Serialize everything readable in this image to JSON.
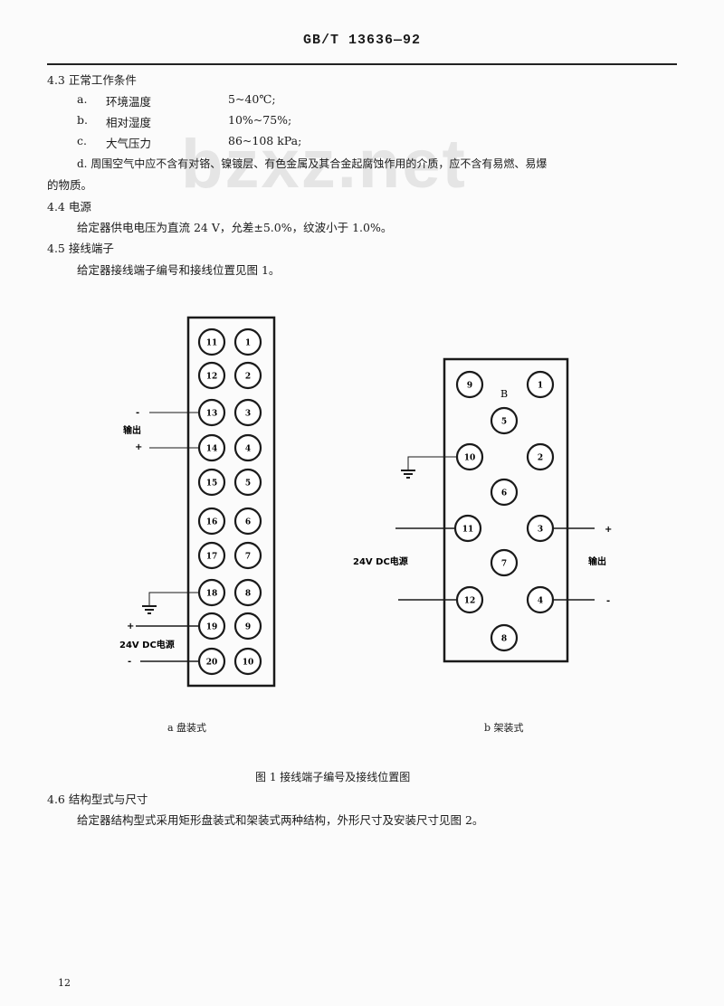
{
  "header": "GB/T 13636—92",
  "watermark": "bzxz.net",
  "s43": {
    "title": "4.3  正常工作条件",
    "items": [
      {
        "k": "a.",
        "name": "环境温度",
        "val": "5~40℃;"
      },
      {
        "k": "b.",
        "name": "相对湿度",
        "val": "10%~75%;"
      },
      {
        "k": "c.",
        "name": "大气压力",
        "val": "86~108 kPa;"
      }
    ],
    "d": "d.   周围空气中应不含有对铬、镍镀层、有色金属及其合金起腐蚀作用的介质，应不含有易燃、易爆",
    "d2": "的物质。"
  },
  "s44": {
    "title": "4.4  电源",
    "body": "给定器供电电压为直流 24 V，允差±5.0%，纹波小于 1.0%。"
  },
  "s45": {
    "title": "4.5  接线端子",
    "body": "给定器接线端子编号和接线位置见图 1。"
  },
  "figA": {
    "terminals": [
      [
        "11",
        "1"
      ],
      [
        "12",
        "2"
      ],
      [
        "13",
        "3"
      ],
      [
        "14",
        "4"
      ],
      [
        "15",
        "5"
      ],
      [
        "16",
        "6"
      ],
      [
        "17",
        "7"
      ],
      [
        "18",
        "8"
      ],
      [
        "19",
        "9"
      ],
      [
        "20",
        "10"
      ]
    ],
    "out_label": "输出",
    "minus": "-",
    "plus": "+",
    "power_label": "24V DC电源",
    "caption": "a  盘装式"
  },
  "figB": {
    "terminals": [
      "9",
      "1",
      "5",
      "10",
      "2",
      "6",
      "11",
      "3",
      "7",
      "12",
      "4",
      "8"
    ],
    "mark": "B",
    "power_label": "24V  DC电源",
    "out_label": "输出",
    "plus": "+",
    "minus": "-",
    "caption": "b  架装式"
  },
  "fig_title": "图 1   接线端子编号及接线位置图",
  "s46": {
    "title": "4.6  结构型式与尺寸",
    "body": "给定器结构型式采用矩形盘装式和架装式两种结构，外形尺寸及安装尺寸见图 2。"
  },
  "page_no": "12"
}
